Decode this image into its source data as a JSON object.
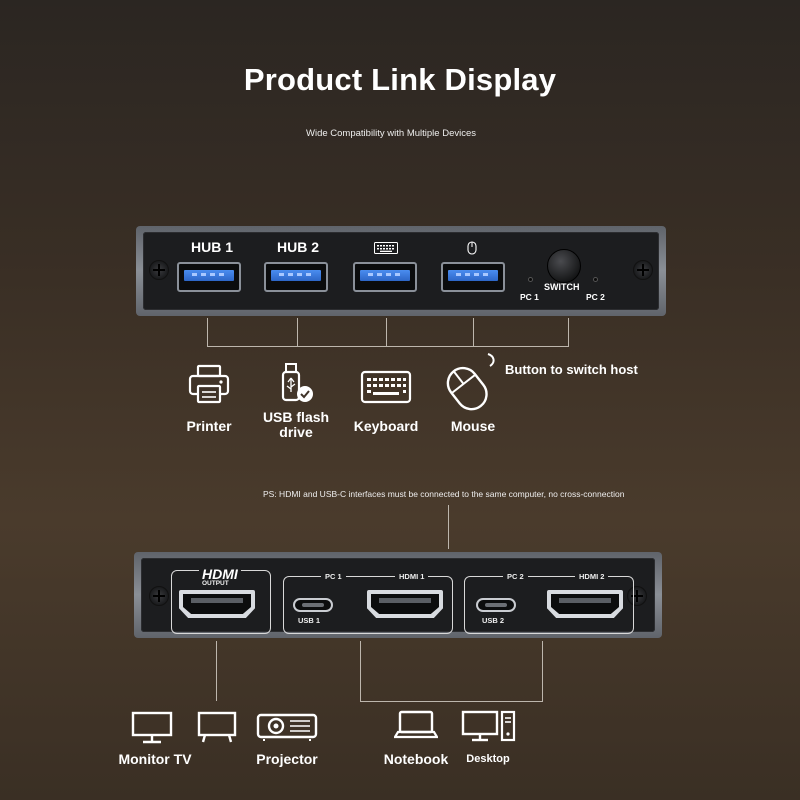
{
  "title": "Product Link Display",
  "subtitle": "Wide Compatibility with Multiple Devices",
  "top_device": {
    "ports": [
      "HUB 1",
      "HUB 2"
    ],
    "switch_label": "SWITCH",
    "led_labels": [
      "PC 1",
      "PC 2"
    ]
  },
  "peripherals": [
    {
      "label": "Printer",
      "icon": "printer-icon"
    },
    {
      "label": "USB flash drive",
      "icon": "usb-flash-drive-icon"
    },
    {
      "label": "Keyboard",
      "icon": "keyboard-icon"
    },
    {
      "label": "Mouse",
      "icon": "mouse-icon"
    }
  ],
  "switch_note": "Button to switch host",
  "note": "PS: HDMI and USB-C interfaces must be connected to the same computer, no cross-connection",
  "bottom_device": {
    "hdmi_logo": "HDMI",
    "output_label": "OUTPUT",
    "pc1": {
      "title": "PC 1",
      "hdmi": "HDMI 1",
      "usb": "USB 1"
    },
    "pc2": {
      "title": "PC 2",
      "hdmi": "HDMI 2",
      "usb": "USB 2"
    }
  },
  "outputs": [
    {
      "label": "Monitor TV",
      "icons": [
        "monitor-icon",
        "tv-icon"
      ]
    },
    {
      "label": "Projector",
      "icon": "projector-icon"
    }
  ],
  "computers": [
    {
      "label": "Notebook",
      "icon": "laptop-icon"
    },
    {
      "label": "Desktop",
      "icon": "desktop-icon"
    }
  ]
}
